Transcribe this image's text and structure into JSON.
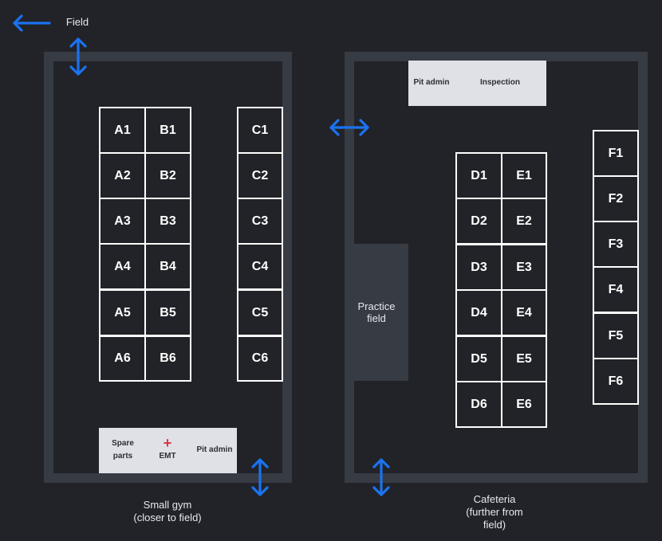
{
  "field_label": "Field",
  "rooms": {
    "small_gym": {
      "label_line1": "Small gym",
      "label_line2": "(closer to field)",
      "pits": {
        "A": [
          "A1",
          "A2",
          "A3",
          "A4",
          "A5",
          "A6"
        ],
        "B": [
          "B1",
          "B2",
          "B3",
          "B4",
          "B5",
          "B6"
        ],
        "C": [
          "C1",
          "C2",
          "C3",
          "C4",
          "C5",
          "C6"
        ]
      },
      "service_area": {
        "spare_parts_line1": "Spare",
        "spare_parts_line2": "parts",
        "emt_icon": "red-cross-icon",
        "emt_symbol": "+",
        "emt_label": "EMT",
        "pit_admin_label": "Pit admin"
      }
    },
    "cafeteria": {
      "label_line1": "Cafeteria",
      "label_line2": "(further from",
      "label_line3": "field)",
      "top_area": {
        "pit_admin_label": "Pit admin",
        "inspection_label": "Inspection"
      },
      "practice_field_line1": "Practice",
      "practice_field_line2": "field",
      "pits": {
        "D": [
          "D1",
          "D2",
          "D3",
          "D4",
          "D5",
          "D6"
        ],
        "E": [
          "E1",
          "E2",
          "E3",
          "E4",
          "E5",
          "E6"
        ],
        "F": [
          "F1",
          "F2",
          "F3",
          "F4",
          "F5",
          "F6"
        ]
      }
    }
  },
  "icons": {
    "field_arrow": "arrow-left-icon",
    "door_arrow": "double-arrow-icon"
  },
  "colors": {
    "background": "#212328",
    "wall": "#373b43",
    "pit_border": "#ffffff",
    "service_box": "#dfe1e6",
    "arrow": "#1a73f0",
    "emt_cross": "#e0344a"
  }
}
